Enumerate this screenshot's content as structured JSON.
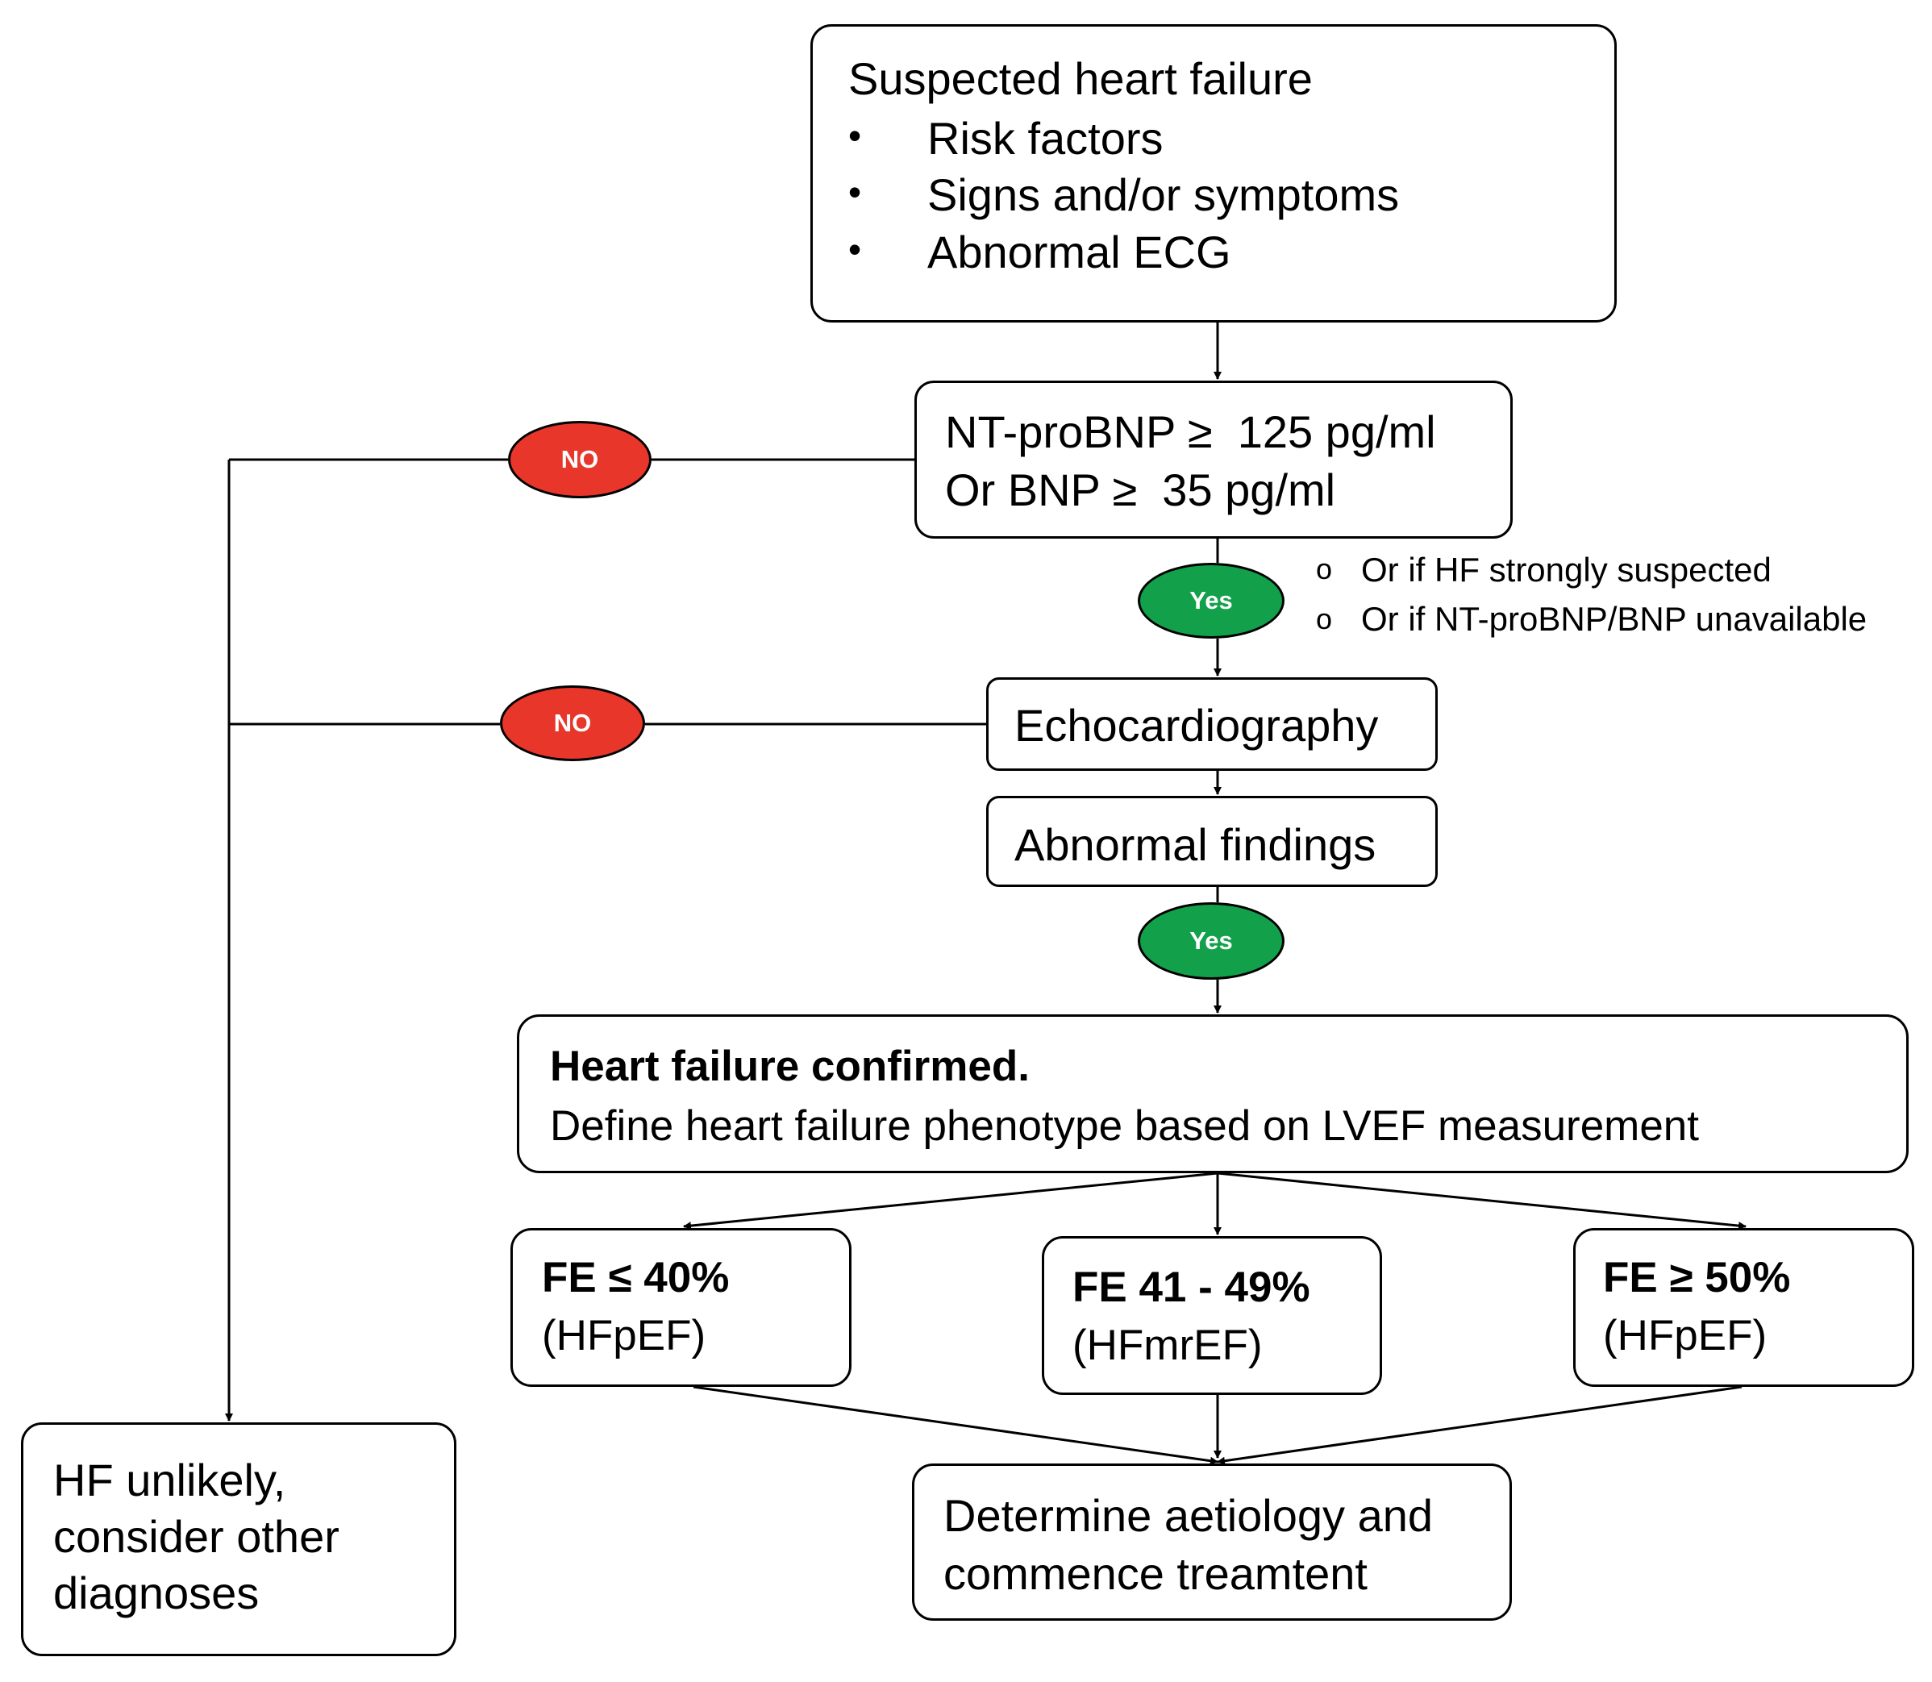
{
  "colors": {
    "no": "#e8362a",
    "yes": "#12a14a",
    "stroke": "#000000"
  },
  "start": {
    "title": "Suspected heart failure",
    "bullets": [
      "Risk factors",
      "Signs and/or symptoms",
      "Abnormal ECG"
    ],
    "bullet_glyph": "•"
  },
  "natriuretic": {
    "line1": "NT-proBNP ≥  125 pg/ml",
    "line2": "Or BNP ≥  35 pg/ml"
  },
  "decisions": {
    "no_1": "NO",
    "no_2": "NO",
    "yes_1": "Yes",
    "yes_2": "Yes"
  },
  "yes_notes": {
    "glyph": "o",
    "items": [
      "Or if HF strongly suspected",
      "Or if NT-proBNP/BNP unavailable"
    ]
  },
  "echo": {
    "label": "Echocardiography"
  },
  "abnormal": {
    "label": "Abnormal findings"
  },
  "confirmed": {
    "title": "Heart failure confirmed.",
    "subtitle": "Define heart failure phenotype based on LVEF measurement"
  },
  "phenotypes": [
    {
      "ef": "FE ≤ 40%",
      "type": "(HFpEF)"
    },
    {
      "ef": "FE 41 - 49%",
      "type": "(HFmrEF)"
    },
    {
      "ef": "FE ≥ 50%",
      "type": "(HFpEF)"
    }
  ],
  "unlikely": {
    "line1": "HF unlikely,",
    "line2": "consider other",
    "line3": "diagnoses"
  },
  "aetiology": {
    "line1": "Determine aetiology and",
    "line2": "commence treamtent"
  }
}
